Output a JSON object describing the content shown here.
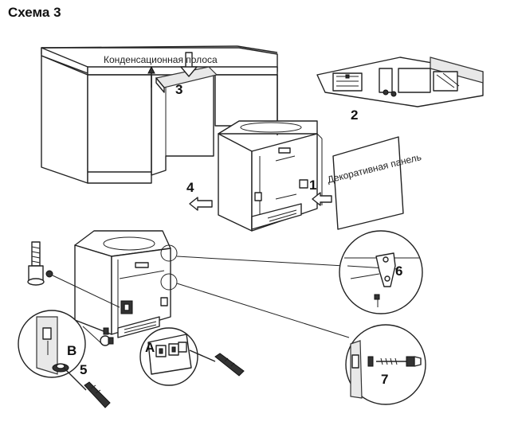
{
  "title": "Схема 3",
  "labels": {
    "condensation_strip": "Конденсационная полоса",
    "decor_panel": "Декоративная панель"
  },
  "step_numbers": {
    "n1": "1",
    "n2": "2",
    "n3": "3",
    "n4": "4",
    "n5": "5",
    "n6": "6",
    "n7": "7"
  },
  "letters": {
    "a": "A",
    "b": "B"
  }
}
